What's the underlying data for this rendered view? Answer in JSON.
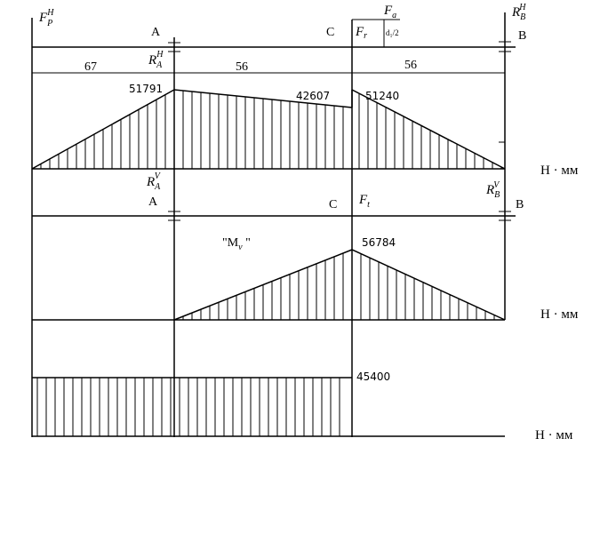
{
  "labels": {
    "fp_h_main": "F",
    "fp_h_sub": "P",
    "fp_h_sup": "H",
    "fa_main": "F",
    "fa_sub": "a",
    "rb_h_main": "R",
    "rb_h_sub": "B",
    "rb_h_sup": "H",
    "point_a": "A",
    "point_c": "C",
    "point_b": "B",
    "fr_main": "F",
    "fr_sub": "r",
    "d_half": "d₁/2",
    "ra_h_main": "R",
    "ra_h_sub": "A",
    "ra_h_sup": "H",
    "ra_v_main": "R",
    "ra_v_sub": "A",
    "ra_v_sup": "V",
    "rb_v_main": "R",
    "rb_v_sub": "B",
    "rb_v_sup": "V",
    "ft_main": "F",
    "ft_sub": "t",
    "mv_label": "\"M",
    "mv_sub": "v",
    "mv_close": " \""
  },
  "dimensions": {
    "seg1": "67",
    "seg2": "56",
    "seg3": "56"
  },
  "moment_values": {
    "h_a": "51791",
    "h_c_left": "42607",
    "h_c_right": "51240",
    "v_c": "56784",
    "torque": "45400"
  },
  "units": {
    "u1": "H · мм",
    "u2": "H · мм",
    "u3": "H · мм"
  }
}
